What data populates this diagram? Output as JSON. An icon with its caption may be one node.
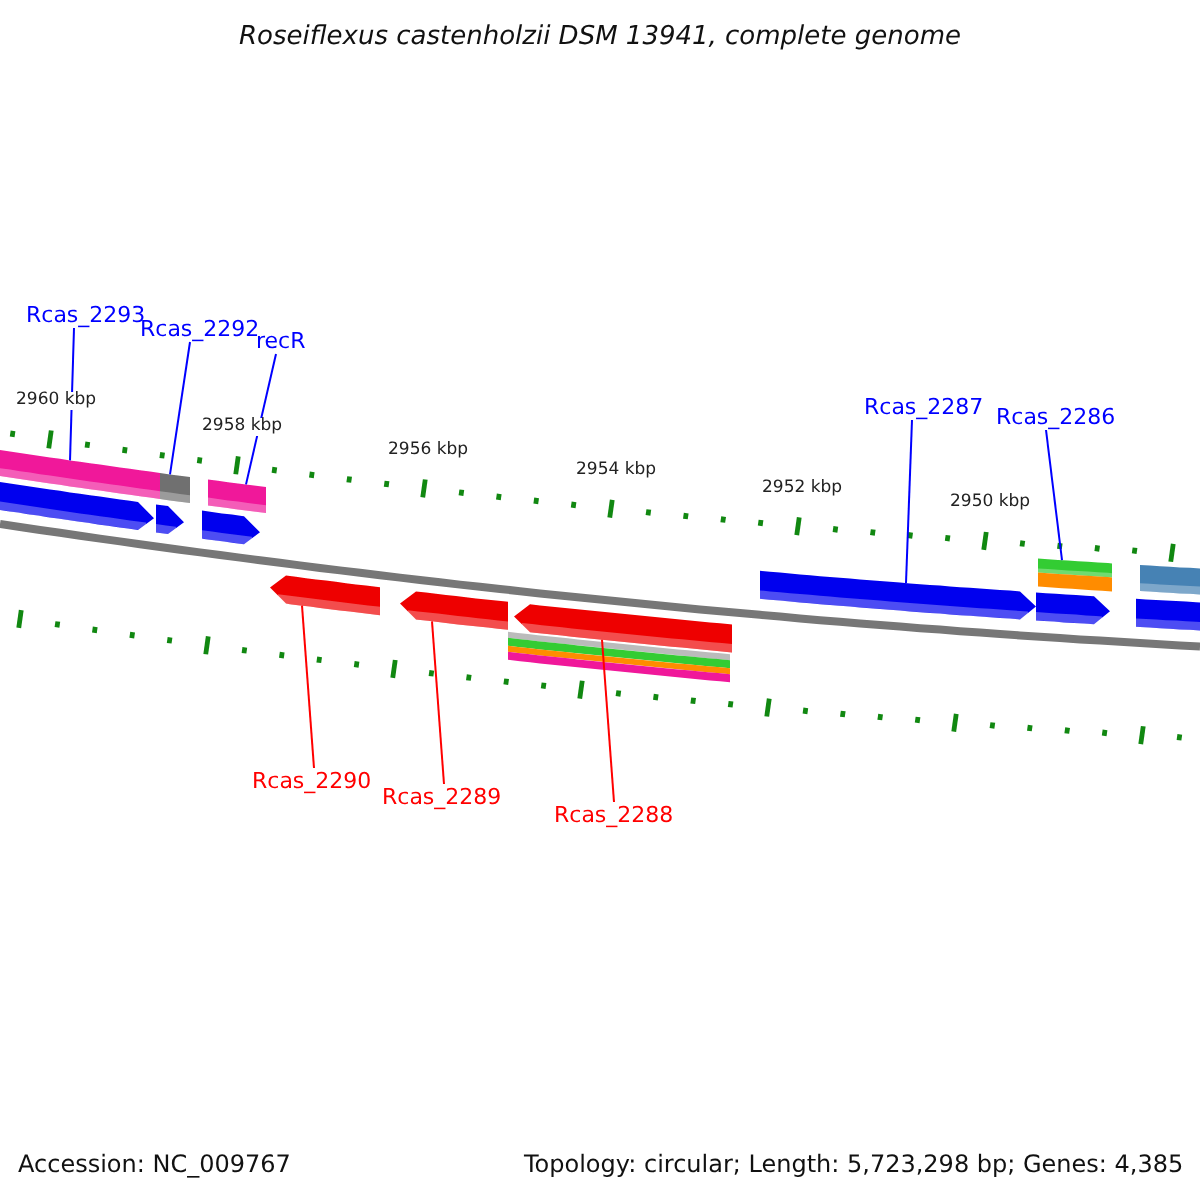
{
  "diagram": {
    "title": "Roseiflexus castenholzii DSM 13941, complete genome",
    "nodes": [
      {
        "text": [
          "Rcas_2293"
        ]
      },
      {
        "text": [
          "Rcas_2292"
        ]
      },
      {
        "text": [
          "recR"
        ]
      },
      {
        "text": [
          "Rcas_2287"
        ]
      },
      {
        "text": [
          "Rcas_2286"
        ]
      },
      {
        "text": [
          "Rcas_2290"
        ]
      },
      {
        "text": [
          "Rcas_2289"
        ]
      },
      {
        "text": [
          "Rcas_2288"
        ]
      },
      {
        "text": [],
        "shape": "bar"
      },
      {
        "text": [],
        "shape": "bar"
      },
      {
        "text": [],
        "shape": "bar"
      },
      {
        "text": [],
        "shape": "bar"
      },
      {
        "text": [],
        "shape": "bar"
      },
      {
        "text": [],
        "shape": "bar"
      },
      {
        "text": [],
        "shape": "bar"
      },
      {
        "text": [],
        "shape": "bar"
      }
    ],
    "edges": [
      {
        "from": 0,
        "to": 8,
        "arrow": "none"
      },
      {
        "from": 1,
        "to": 9,
        "arrow": "none"
      },
      {
        "from": 2,
        "to": 10,
        "arrow": "none"
      },
      {
        "from": 3,
        "to": 11,
        "arrow": "none"
      },
      {
        "from": 4,
        "to": 12,
        "arrow": "none"
      },
      {
        "from": 5,
        "to": 13,
        "arrow": "none",
        "color": "#ff0000"
      },
      {
        "from": 6,
        "to": 14,
        "arrow": "none",
        "color": "#ff0000"
      },
      {
        "from": 7,
        "to": 15,
        "arrow": "none",
        "color": "#ff0000"
      }
    ],
    "labels": [
      "2960 kbp",
      "2958 kbp",
      "2956 kbp",
      "2954 kbp",
      "2952 kbp",
      "2950 kbp",
      "Accession: NC_009767",
      "Topology: circular; Length: 5,723,298 bp; Genes: 4,385"
    ]
  }
}
